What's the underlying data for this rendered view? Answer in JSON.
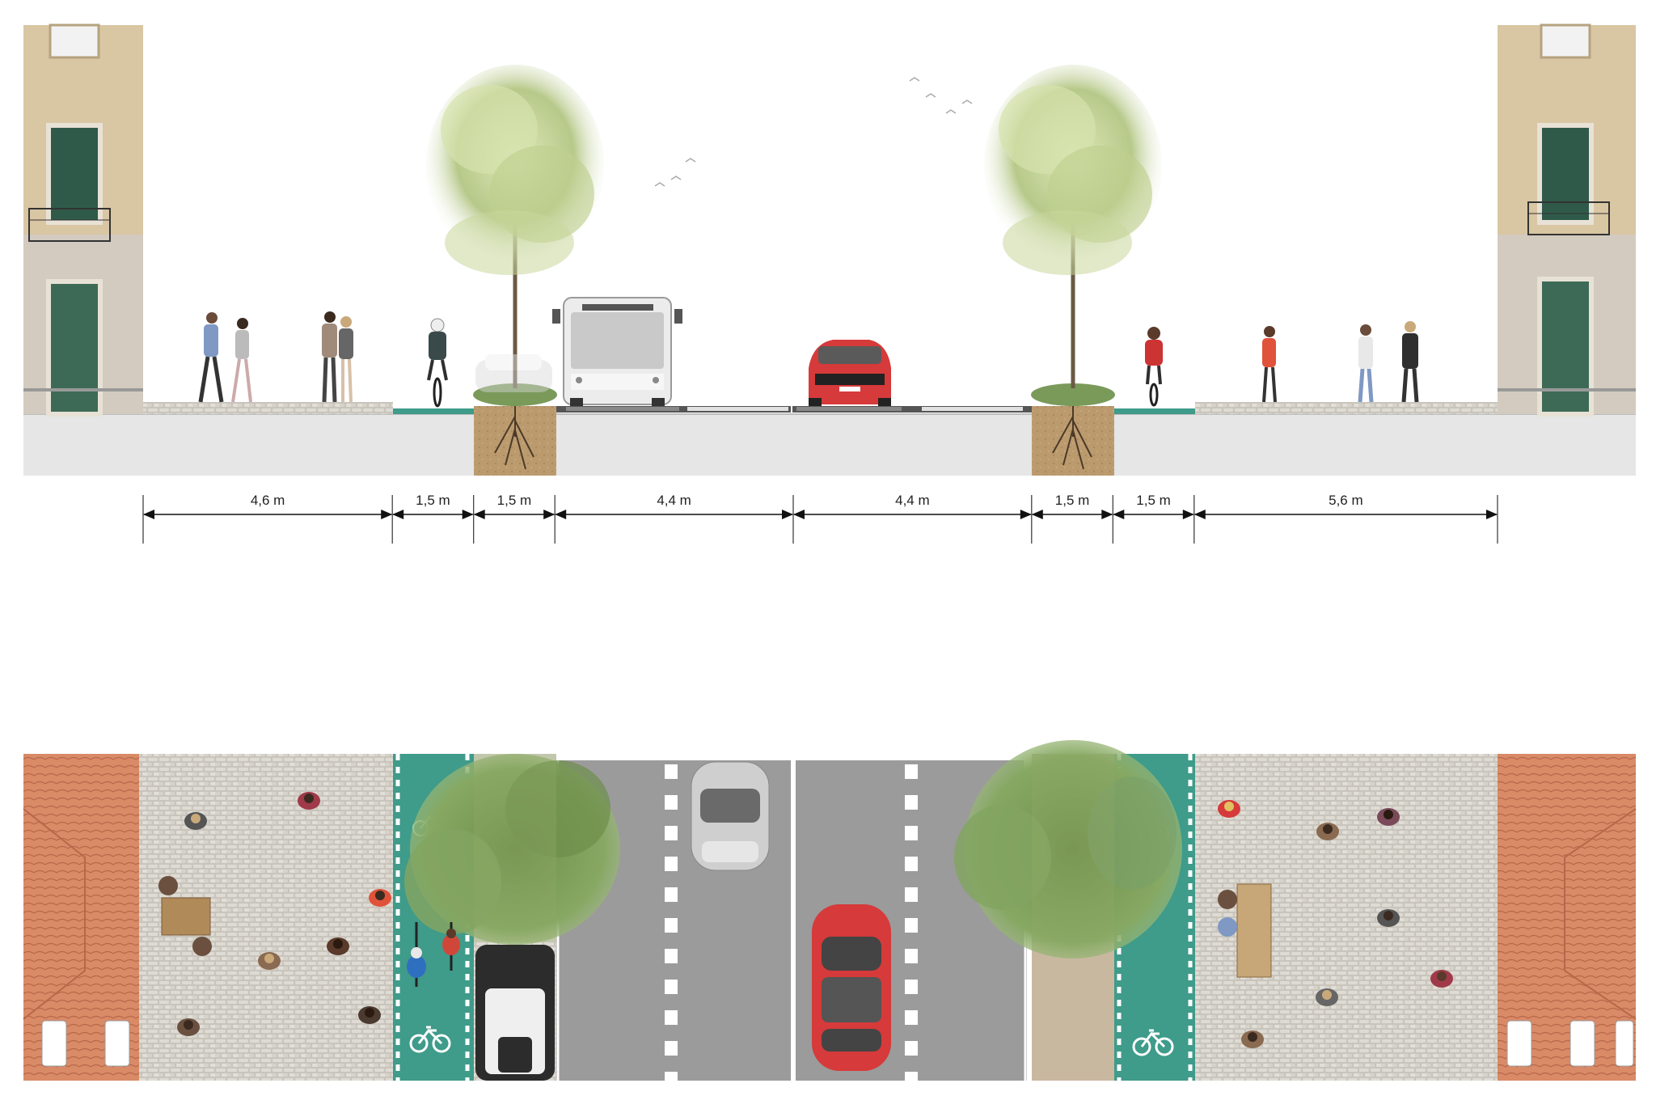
{
  "dimensions": {
    "segments": [
      {
        "label": "4,6 m",
        "value": 4.6,
        "zone": "sidewalk-left"
      },
      {
        "label": "1,5 m",
        "value": 1.5,
        "zone": "bike-lane-left"
      },
      {
        "label": "1,5 m",
        "value": 1.5,
        "zone": "tree-strip-left"
      },
      {
        "label": "4,4 m",
        "value": 4.4,
        "zone": "traffic-lane-left"
      },
      {
        "label": "4,4 m",
        "value": 4.4,
        "zone": "traffic-lane-right"
      },
      {
        "label": "1,5 m",
        "value": 1.5,
        "zone": "tree-strip-right"
      },
      {
        "label": "1,5 m",
        "value": 1.5,
        "zone": "bike-lane-right"
      },
      {
        "label": "5,6 m",
        "value": 5.6,
        "zone": "sidewalk-right"
      }
    ]
  },
  "colors": {
    "bike_lane": "#3f9b8a",
    "asphalt": "#9b9b9b",
    "cobble": "#cfccc4",
    "roof": "#d98a66",
    "facade": "#d8c5a4",
    "ground": "#e6e6e6",
    "soil": "#b8966a",
    "bus": "#eeeeee",
    "car_red": "#d63a3a",
    "tree_light": "#cfdca6",
    "tree_dark": "#6f9a52"
  }
}
